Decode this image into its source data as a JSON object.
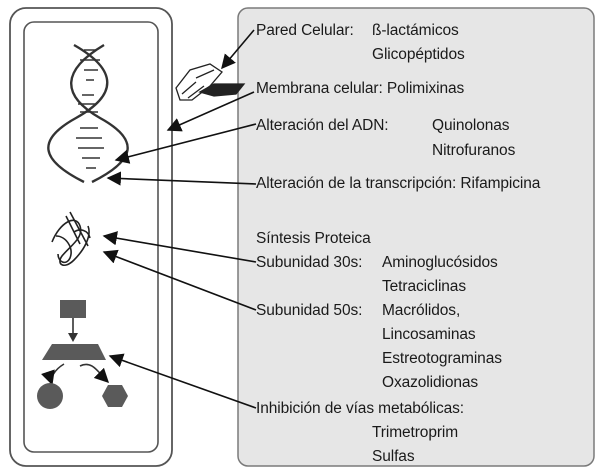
{
  "groups": {
    "cell_wall": {
      "title": "Pared Celular:",
      "items": [
        "ß-lactámicos",
        "Glicopéptidos"
      ]
    },
    "membrane": {
      "text": "Membrana celular: Polimixinas"
    },
    "dna": {
      "title": "Alteración del ADN:",
      "items": [
        "Quinolonas",
        "Nitrofuranos"
      ]
    },
    "transcription": {
      "text": "Alteración de la transcripción: Rifampicina"
    },
    "protein": {
      "title": "Síntesis Proteica",
      "sub30": {
        "title": "Subunidad 30s:",
        "items": [
          "Aminoglucósidos",
          "Tetraciclinas"
        ]
      },
      "sub50": {
        "title": "Subunidad 50s:",
        "items": [
          "Macrólidos,",
          "Lincosaminas",
          "Estreotograminas",
          "Oxazolidionas"
        ]
      }
    },
    "metabolic": {
      "title": "Inhibición de vías metabólicas:",
      "items": [
        "Trimetroprim",
        "Sulfas"
      ]
    }
  },
  "colors": {
    "panel_fill": "#e6e6e6",
    "stroke": "#555555",
    "mark": "#5a5a5a",
    "cell_fill": "#ffffff"
  }
}
